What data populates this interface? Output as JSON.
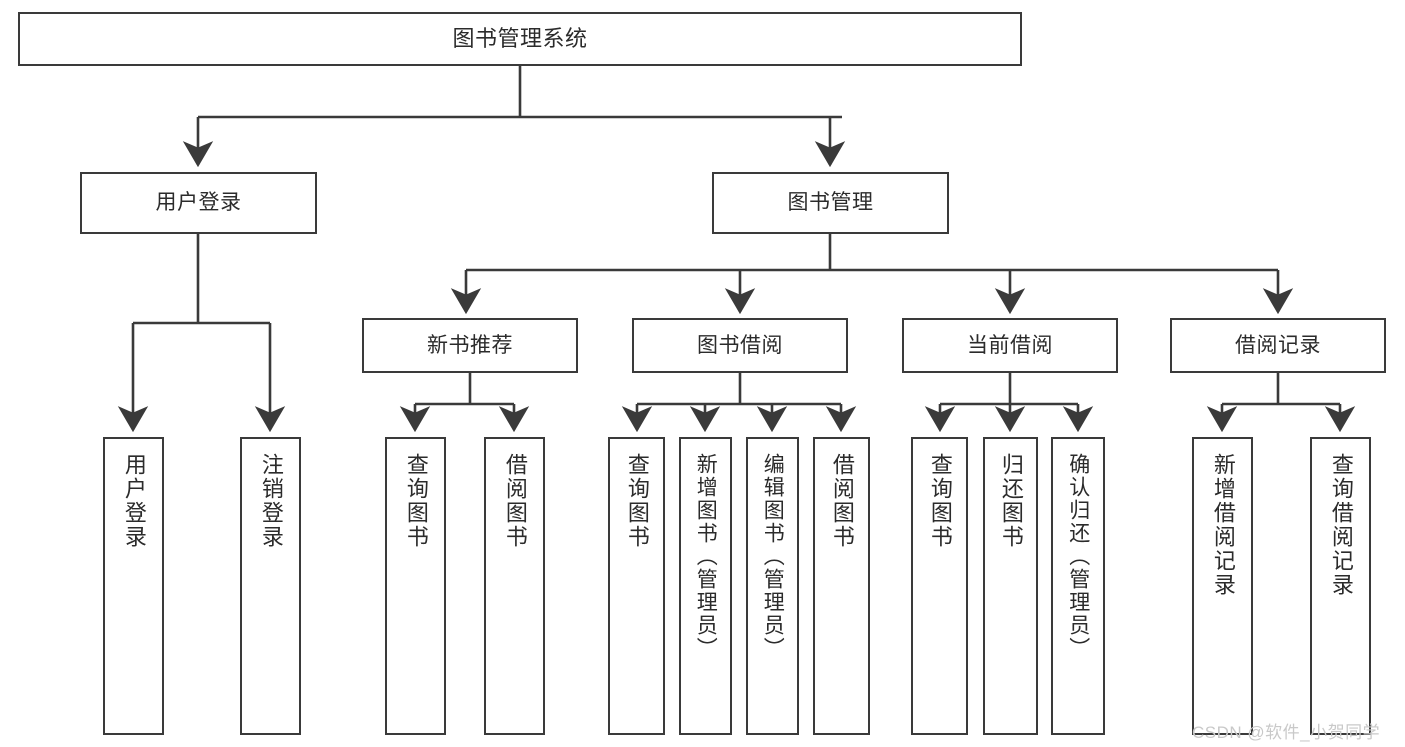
{
  "diagram": {
    "title": "图书管理系统",
    "type": "tree-structure-chart",
    "stroke_color": "#3a3a3a",
    "text_color": "#2b2b2b",
    "background_color": "#ffffff"
  },
  "nodes": {
    "root": {
      "label": "图书管理系统"
    },
    "level2": [
      {
        "label": "用户登录"
      },
      {
        "label": "图书管理"
      }
    ],
    "level3": [
      {
        "label": "新书推荐"
      },
      {
        "label": "图书借阅"
      },
      {
        "label": "当前借阅"
      },
      {
        "label": "借阅记录"
      }
    ],
    "leaves": {
      "user_login": [
        {
          "label": "用户登录"
        },
        {
          "label": "注销登录"
        }
      ],
      "new_book": [
        {
          "label": "查询图书"
        },
        {
          "label": "借阅图书"
        }
      ],
      "book_borrow": [
        {
          "label": "查询图书"
        },
        {
          "label": "新增图书（管理员）"
        },
        {
          "label": "编辑图书（管理员）"
        },
        {
          "label": "借阅图书"
        }
      ],
      "current_borrow": [
        {
          "label": "查询图书"
        },
        {
          "label": "归还图书"
        },
        {
          "label": "确认归还（管理员）"
        }
      ],
      "borrow_record": [
        {
          "label": "新增借阅记录"
        },
        {
          "label": "查询借阅记录"
        }
      ]
    }
  },
  "watermark": {
    "text": "CSDN @软件_小贺同学"
  }
}
